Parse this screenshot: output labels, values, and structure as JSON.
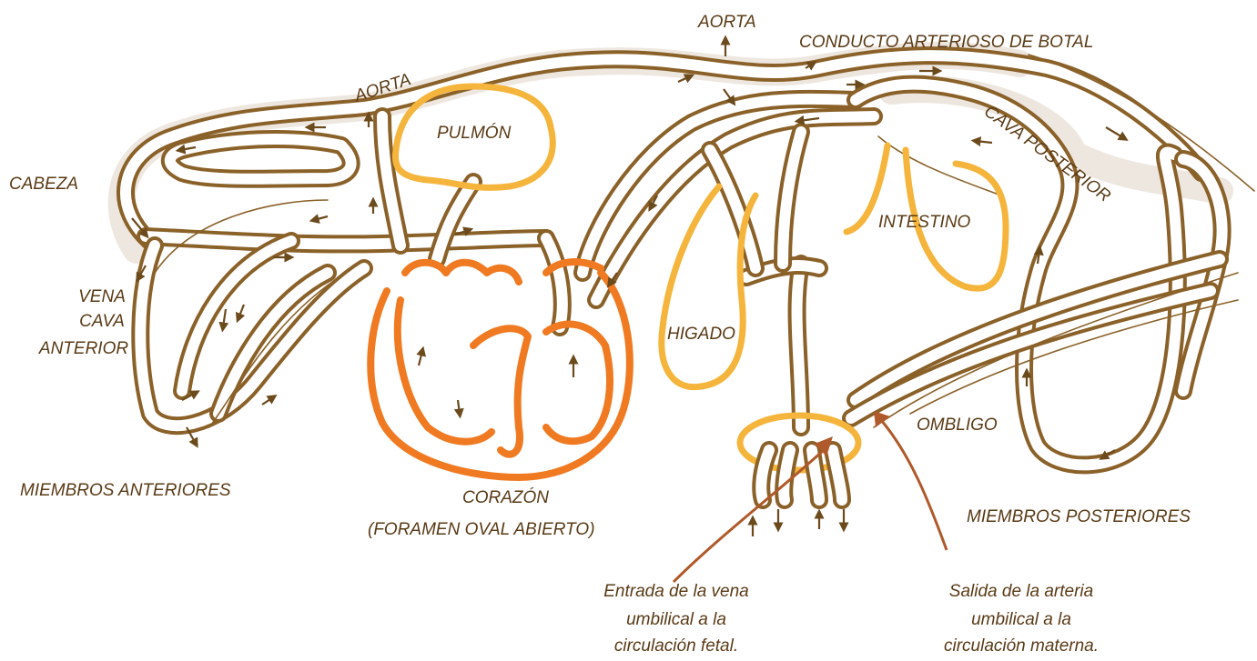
{
  "labels": {
    "aorta_top": "AORTA",
    "conducto": "CONDUCTO ARTERIOSO DE BOTAL",
    "aorta_arch": "AORTA",
    "cabeza": "CABEZA",
    "pulmon": "PULMÓN",
    "cava_posterior": "CAVA POSTERIOR",
    "intestino": "INTESTINO",
    "vena_cava_line1": "VENA",
    "vena_cava_line2": "CAVA",
    "vena_cava_line3": "ANTERIOR",
    "higado": "HIGADO",
    "ombligo": "OMBLIGO",
    "miembros_anteriores": "MIEMBROS ANTERIORES",
    "corazon": "CORAZÓN",
    "foramen": "(FORAMEN OVAL ABIERTO)",
    "miembros_posteriores": "MIEMBROS POSTERIORES"
  },
  "captions": {
    "entrada_line1": "Entrada de la vena",
    "entrada_line2": "umbilical a la",
    "entrada_line3": "circulación fetal.",
    "salida_line1": "Salida de la arteria",
    "salida_line2": "umbilical a la",
    "salida_line3": "circulación materna."
  },
  "colors": {
    "vessel": "#8a6128",
    "lung_liver_intestine": "#f5b53c",
    "heart": "#f07a22",
    "umbilical_arrow": "#b0592a",
    "label_text": "#5a3b16"
  }
}
